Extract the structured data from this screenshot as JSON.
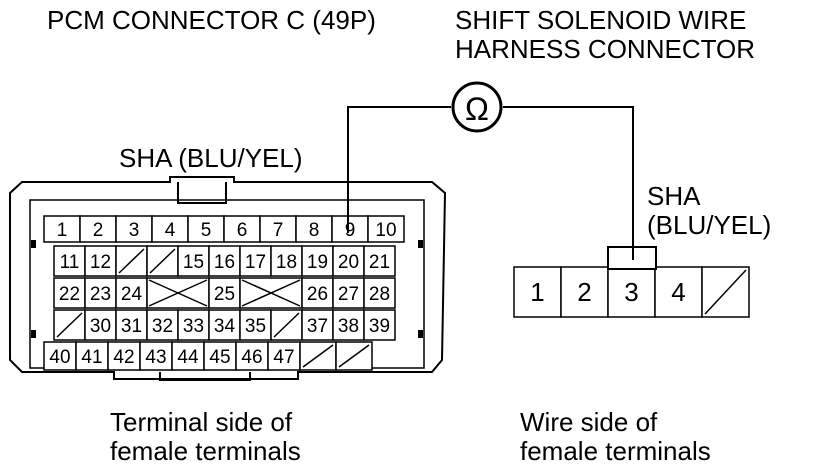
{
  "titles": {
    "pcm_connector": "PCM CONNECTOR C (49P)",
    "harness_line1": "SHIFT SOLENOID WIRE",
    "harness_line2": "HARNESS CONNECTOR"
  },
  "pcm_wire_label": "SHA (BLU/YEL)",
  "harness_wire_label_line1": "SHA",
  "harness_wire_label_line2": "(BLU/YEL)",
  "ohmmeter_symbol": "Ω",
  "pcm_rows": [
    [
      "1",
      "2",
      "3",
      "4",
      "5",
      "6",
      "7",
      "8",
      "9",
      "10"
    ],
    [
      "11",
      "12",
      "/",
      "/",
      "15",
      "16",
      "17",
      "18",
      "19",
      "20",
      "21"
    ],
    [
      "22",
      "23",
      "24",
      "X",
      "25",
      "X",
      "26",
      "27",
      "28"
    ],
    [
      "/",
      "30",
      "31",
      "32",
      "33",
      "34",
      "35",
      "/",
      "37",
      "38",
      "39"
    ],
    [
      "40",
      "41",
      "42",
      "43",
      "44",
      "45",
      "46",
      "47",
      "/",
      "/"
    ]
  ],
  "harness_terminals": [
    "1",
    "2",
    "3",
    "4",
    "/"
  ],
  "captions": {
    "left_line1": "Terminal side of",
    "left_line2": "female terminals",
    "right_line1": "Wire side of",
    "right_line2": "female terminals"
  }
}
